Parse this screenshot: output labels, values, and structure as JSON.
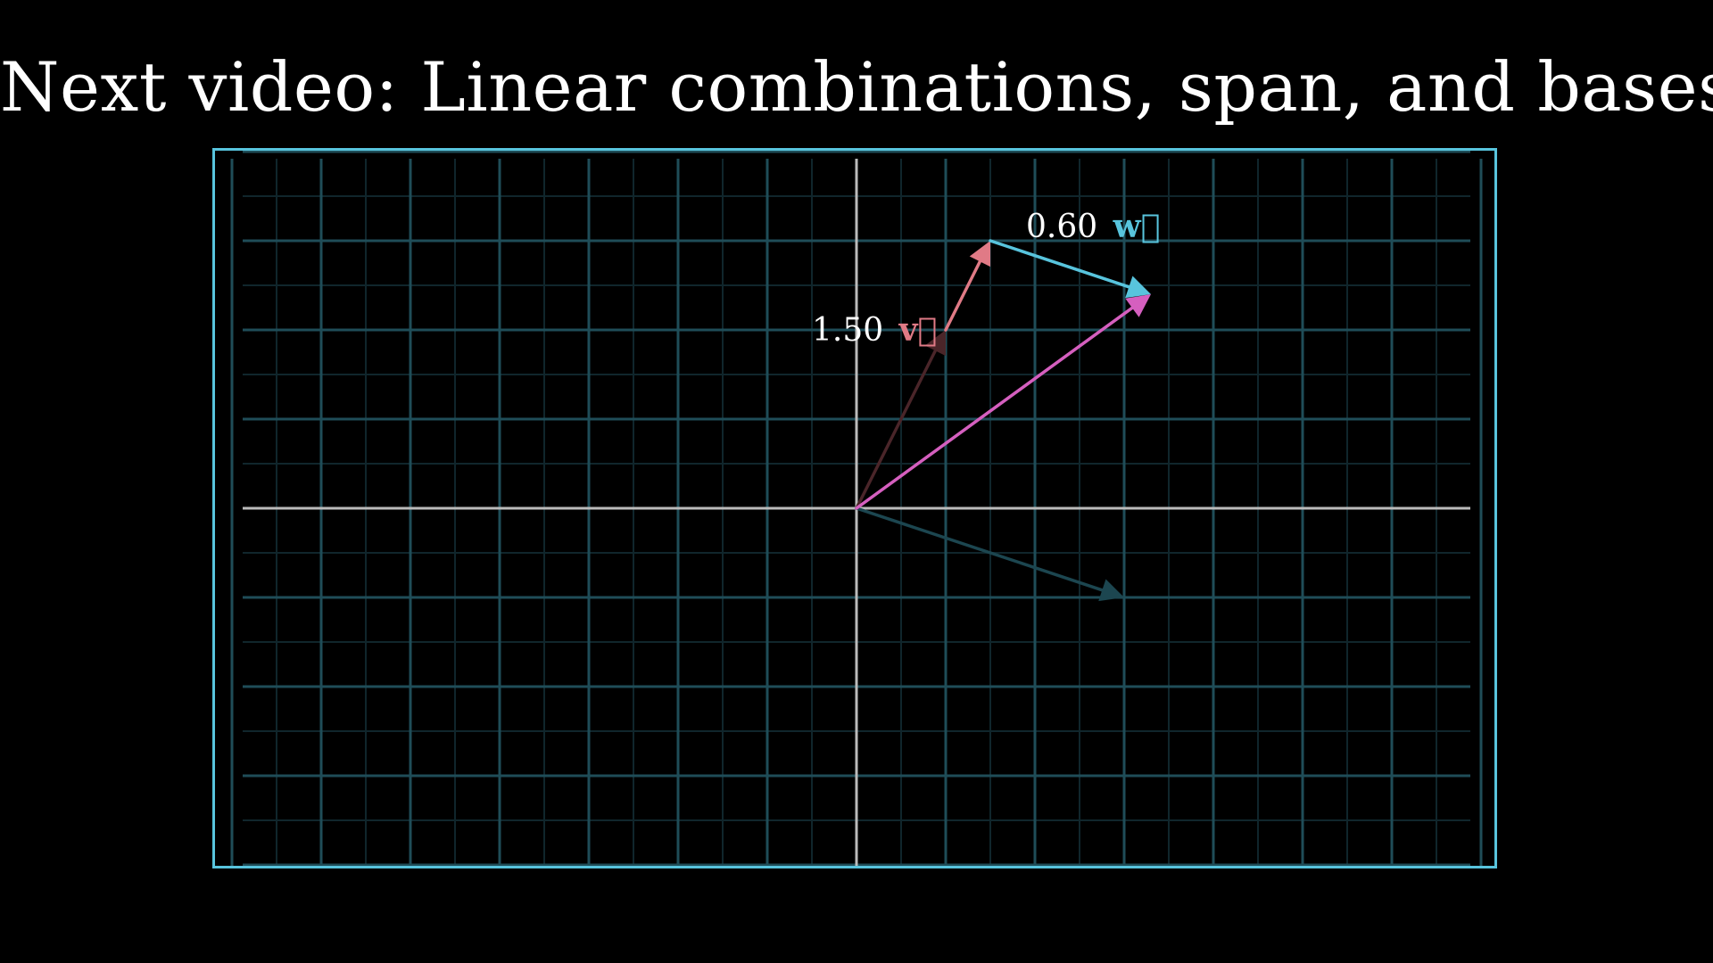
{
  "title": "Next video: Linear combinations, span, and bases",
  "colors": {
    "background": "#000000",
    "frame_border": "#58c4dd",
    "grid_major": "#1f4d58",
    "grid_minor": "#10262c",
    "axes": "#bbbbbb",
    "v_color": "#e07a86",
    "v_faded": "#4a2529",
    "w_color": "#58c4dd",
    "w_faded": "#1c4650",
    "sum_color": "#d55fbf",
    "text": "#ffffff"
  },
  "scene": {
    "x_range": [
      -7,
      7
    ],
    "y_range": [
      -4,
      4
    ],
    "v": [
      1,
      2
    ],
    "w": [
      3,
      -1
    ],
    "v_scalar": 1.5,
    "w_scalar": 0.6,
    "v_label_scalar": "1.50",
    "v_label_symbol": "v⃗",
    "w_label_scalar": "0.60",
    "w_label_symbol": "w⃗"
  }
}
